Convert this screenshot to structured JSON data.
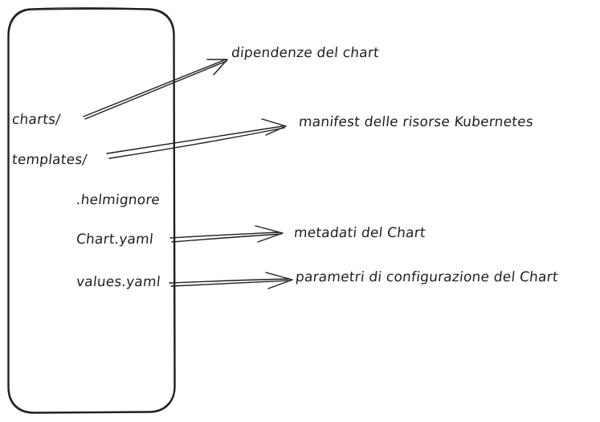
{
  "folder": {
    "entries": [
      {
        "id": "charts",
        "label": "charts/"
      },
      {
        "id": "templates",
        "label": "templates/"
      },
      {
        "id": "helmignore",
        "label": ".helmignore"
      },
      {
        "id": "chart-yaml",
        "label": "Chart.yaml"
      },
      {
        "id": "values-yaml",
        "label": "values.yaml"
      }
    ]
  },
  "annotations": [
    {
      "target": "charts",
      "text": "dipendenze del chart"
    },
    {
      "target": "templates",
      "text": "manifest delle risorse Kubernetes"
    },
    {
      "target": "chart-yaml",
      "text": "metadati del Chart"
    },
    {
      "target": "values-yaml",
      "text": "parametri di configurazione del Chart"
    }
  ]
}
